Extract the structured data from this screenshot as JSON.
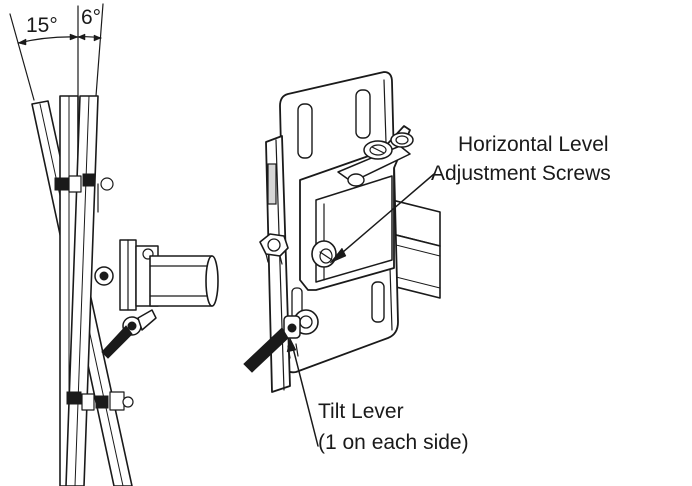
{
  "angles": {
    "left": "15°",
    "right": "6°"
  },
  "callouts": {
    "screws_line1": "Horizontal Level",
    "screws_line2": "Adjustment Screws",
    "lever_line1": "Tilt Lever",
    "lever_line2": "(1 on each side)"
  }
}
